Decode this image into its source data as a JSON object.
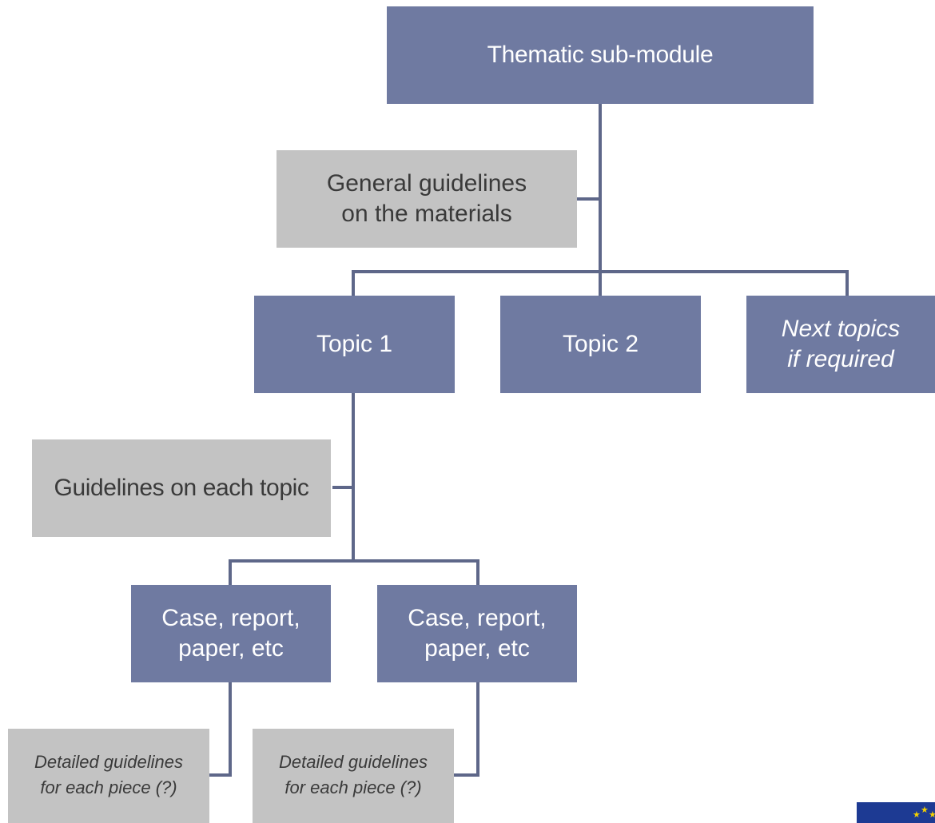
{
  "diagram": {
    "root": {
      "label": "Thematic sub-module"
    },
    "general_guidelines": {
      "line1": "General guidelines",
      "line2": "on the materials"
    },
    "topics": [
      {
        "line1": "Topic 1",
        "line2": ""
      },
      {
        "line1": "Topic 2",
        "line2": ""
      },
      {
        "line1": "Next topics",
        "line2": "if required"
      }
    ],
    "topic_guidelines": {
      "label": "Guidelines on each topic"
    },
    "pieces": [
      {
        "line1": "Case, report,",
        "line2": "paper, etc"
      },
      {
        "line1": "Case, report,",
        "line2": "paper, etc"
      }
    ],
    "detailed_guidelines": [
      {
        "line1": "Detailed guidelines",
        "line2": "for each piece (?)"
      },
      {
        "line1": "Detailed guidelines",
        "line2": "for each piece (?)"
      }
    ]
  },
  "colors": {
    "primary_box": "#6f7aa1",
    "secondary_box": "#c3c3c3",
    "connector": "#5e6789"
  },
  "logo": {
    "name": "eu-flag-icon"
  }
}
